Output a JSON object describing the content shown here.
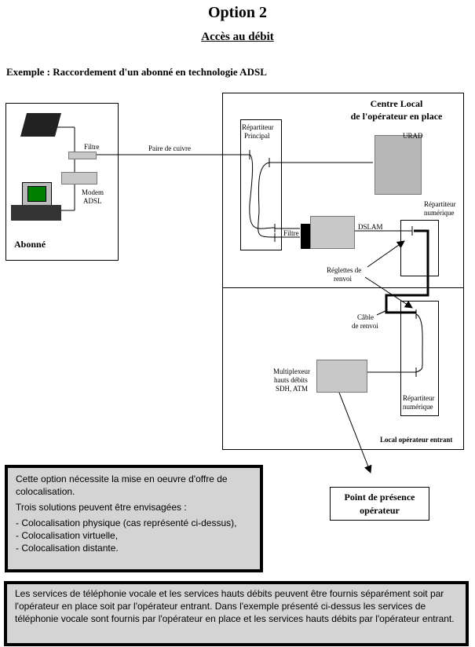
{
  "title": "Option 2",
  "subtitle": "Accès au débit",
  "example": "Exemple : Raccordement d'un abonné en technologie  ADSL",
  "diagram": {
    "subscriber_label": "Abonné",
    "filter_label": "Filtre",
    "modem_label": [
      "Modem",
      "ADSL"
    ],
    "pair_label": "Paire de cuivre",
    "central_title": [
      "Centre Local",
      "de l'opérateur en place"
    ],
    "main_distributor": [
      "Répartiteur",
      "Principal"
    ],
    "urad_label": "URAD",
    "digital_distributor_top": [
      "Répartiteur",
      "numérique"
    ],
    "dslam_filter_label": "Filtre",
    "dslam_label": "DSLAM",
    "strips_label": [
      "Réglettes  de",
      "renvoi"
    ],
    "cable_label": [
      "Câble",
      "de renvoi"
    ],
    "mux_label": [
      "Multiplexeur",
      "hauts débits",
      "SDH, ATM"
    ],
    "digital_distributor_bottom": [
      "Répartiteur",
      "numérique"
    ],
    "entrant_label": "Local opérateur entrant",
    "pop_label": [
      "Point de présence",
      "opérateur"
    ]
  },
  "note": {
    "lines": [
      "Cette option nécessite la mise en oeuvre d'offre de colocalisation.",
      "Trois solutions peuvent être envisagées :"
    ],
    "items": [
      "- Colocalisation physique (cas représenté ci-dessus),",
      "- Colocalisation virtuelle,",
      "- Colocalisation distante."
    ]
  },
  "footer": "Les services de téléphonie vocale et les services hauts débits peuvent être fournis séparément soit par l'opérateur en place soit par l'opérateur entrant. Dans l'exemple présenté ci-dessus les services de téléphonie vocale sont fournis par l'opérateur en place et les services hauts débits  par l'opérateur entrant."
}
